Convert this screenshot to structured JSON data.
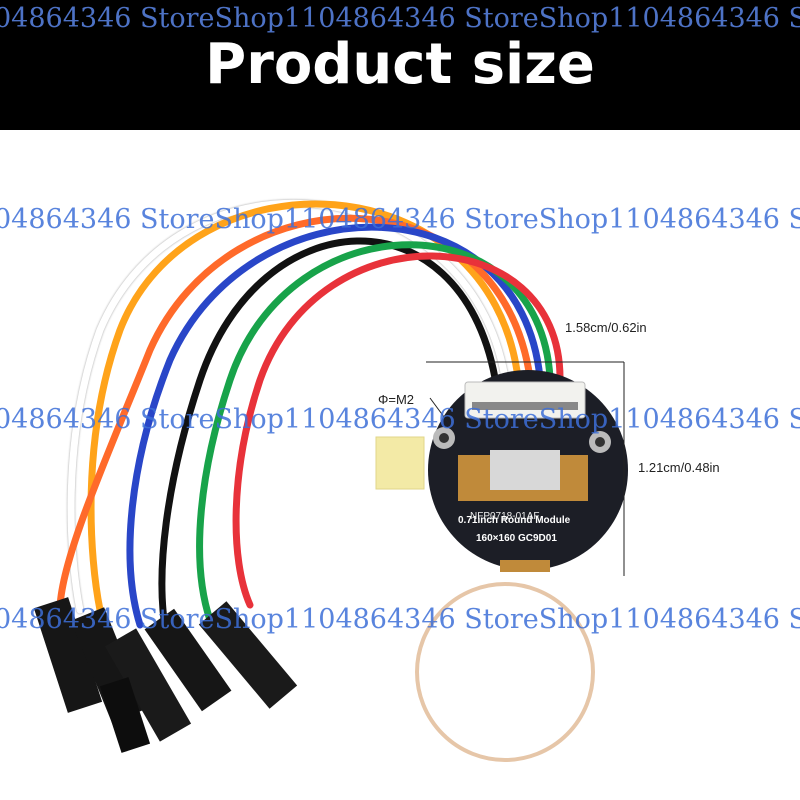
{
  "header": {
    "title": "Product size",
    "background": "#000000"
  },
  "watermark": {
    "text": "04864346 StoreShop1104864346 StoreShop1104864346 StoreShop1104864346 Store",
    "color": "#3d6fd8"
  },
  "dimensions": {
    "width_label": "1.58cm/0.62in",
    "height_label": "1.21cm/0.48in",
    "screw_label": "Φ=M2"
  },
  "module": {
    "name_label": "0.71inch Round Module",
    "spec_label": "160×160  GC9D01",
    "fpc_label": "NFP0718-01AF"
  },
  "wire_colors": [
    "#ff6a2a",
    "#ffa31a",
    "#ffffff",
    "#2946c8",
    "#111111",
    "#18a34a",
    "#e8323a"
  ]
}
